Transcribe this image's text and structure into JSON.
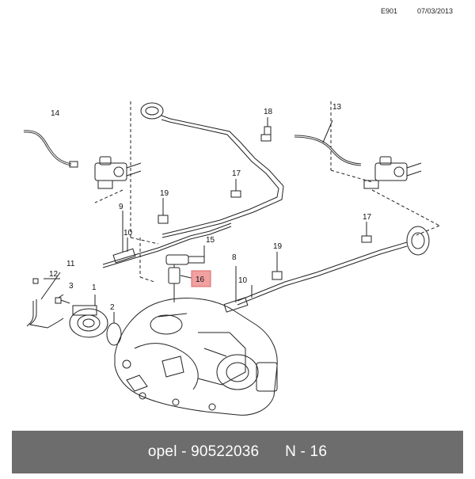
{
  "header": {
    "code": "E901",
    "date": "07/03/2013"
  },
  "callouts": [
    "14",
    "18",
    "13",
    "17",
    "19",
    "9",
    "10",
    "15",
    "8",
    "19",
    "17",
    "11",
    "12",
    "3",
    "1",
    "2",
    "16",
    "10"
  ],
  "highlight": {
    "label": "16",
    "color": "#f2a0a0"
  },
  "footer": {
    "brand": "opel",
    "part_number": "90522036",
    "ref": "N - 16",
    "bg_color": "#6d6d6d"
  }
}
